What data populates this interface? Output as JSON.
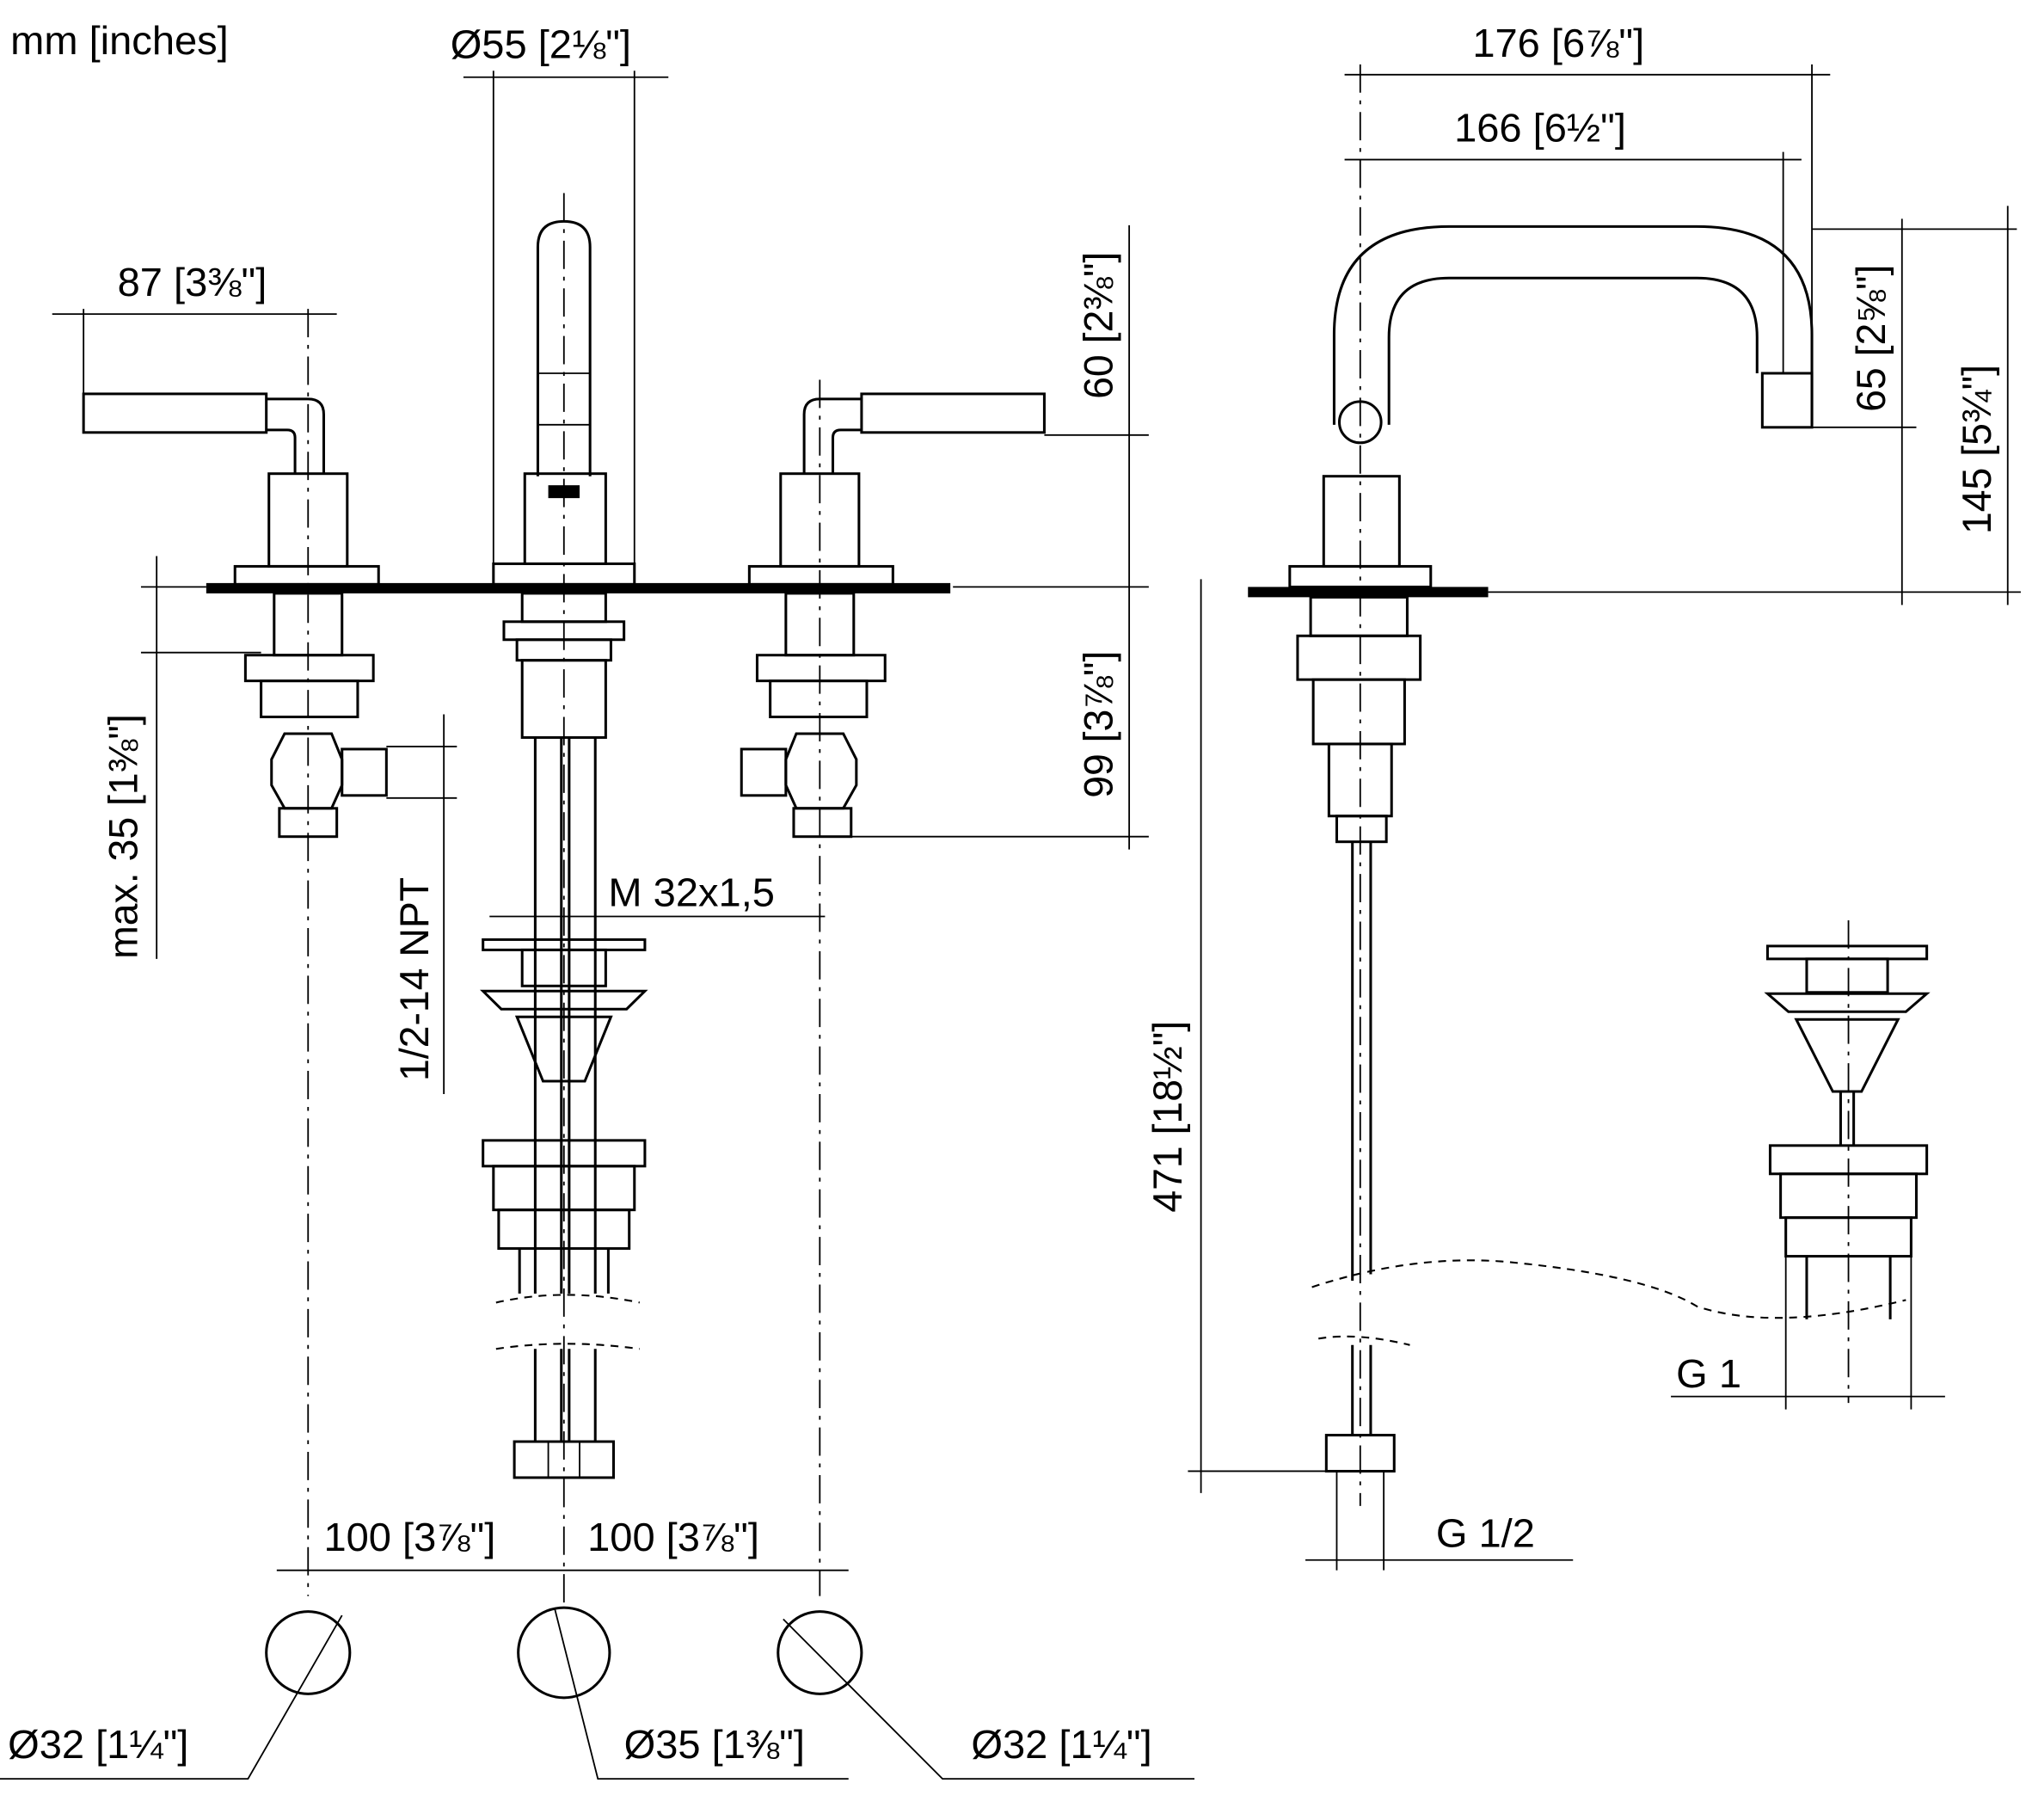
{
  "units_label": "mm [inches]",
  "dimensions": {
    "spout_diameter": "Ø55 [2⅛\"]",
    "handle_width": "87 [3⅜\"]",
    "spout_height_upper": "60 [2⅜\"]",
    "below_deck": "99 [3⅞\"]",
    "max_deck": "max. 35 [1⅜\"]",
    "npt": "1/2-14 NPT",
    "thread": "M 32x1,5",
    "spacing_left": "100 [3⅞\"]",
    "spacing_right": "100 [3⅞\"]",
    "hole_left": "Ø32 [1¼\"]",
    "hole_center": "Ø35 [1⅜\"]",
    "hole_right": "Ø32 [1¼\"]",
    "reach_outer": "176 [6⅞\"]",
    "reach_inner": "166 [6½\"]",
    "outlet_height": "65 [2⅝\"]",
    "total_height": "145 [5¾\"]",
    "hose_length": "471 [18½\"]",
    "drain_thread": "G 1",
    "hose_thread": "G 1/2"
  }
}
